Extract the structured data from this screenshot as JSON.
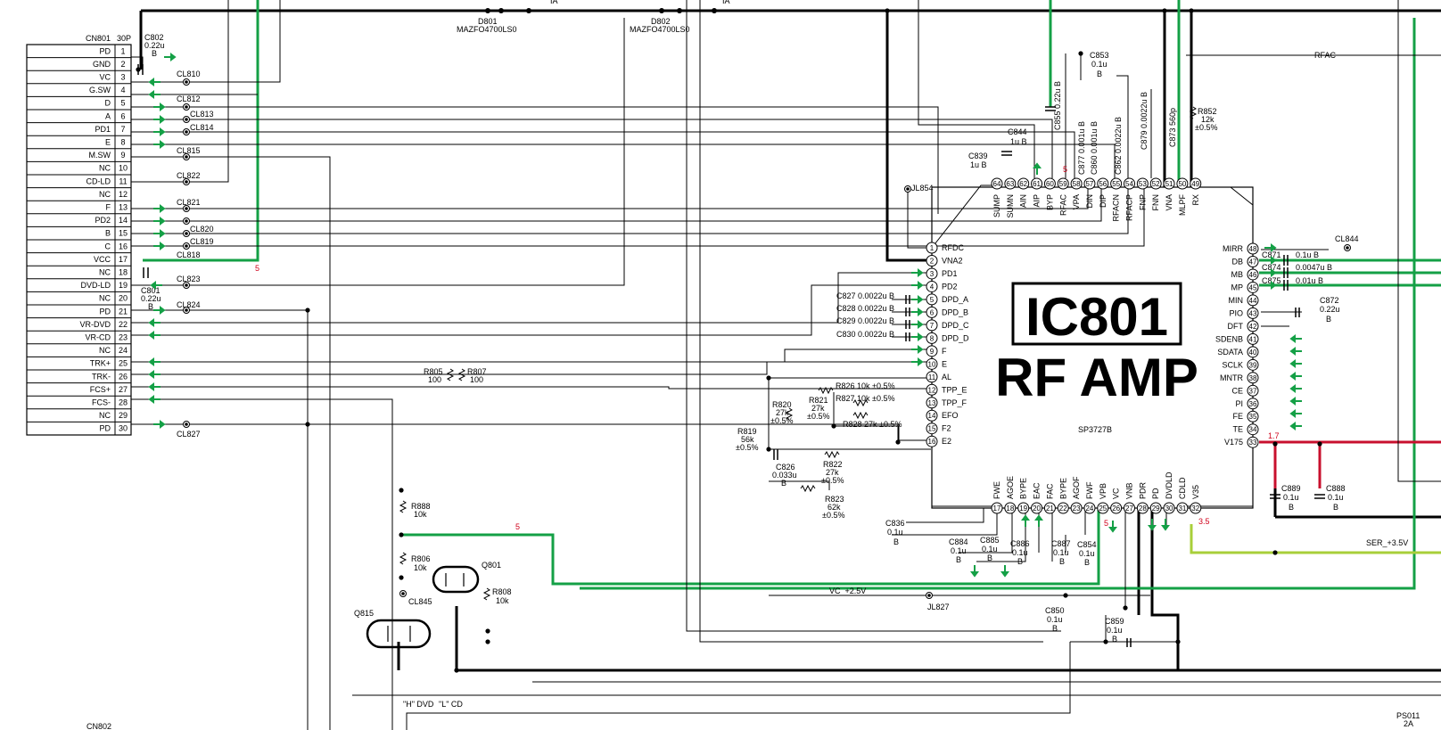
{
  "connector": {
    "ref": "CN801",
    "pins_label": "30P",
    "pins": [
      {
        "num": "1",
        "name": "PD"
      },
      {
        "num": "2",
        "name": "GND"
      },
      {
        "num": "3",
        "name": "VC"
      },
      {
        "num": "4",
        "name": "G.SW"
      },
      {
        "num": "5",
        "name": "D"
      },
      {
        "num": "6",
        "name": "A"
      },
      {
        "num": "7",
        "name": "PD1"
      },
      {
        "num": "8",
        "name": "E"
      },
      {
        "num": "9",
        "name": "M.SW"
      },
      {
        "num": "10",
        "name": "NC"
      },
      {
        "num": "11",
        "name": "CD-LD"
      },
      {
        "num": "12",
        "name": "NC"
      },
      {
        "num": "13",
        "name": "F"
      },
      {
        "num": "14",
        "name": "PD2"
      },
      {
        "num": "15",
        "name": "B"
      },
      {
        "num": "16",
        "name": "C"
      },
      {
        "num": "17",
        "name": "VCC"
      },
      {
        "num": "18",
        "name": "NC"
      },
      {
        "num": "19",
        "name": "DVD-LD"
      },
      {
        "num": "20",
        "name": "NC"
      },
      {
        "num": "21",
        "name": "PD"
      },
      {
        "num": "22",
        "name": "VR-DVD"
      },
      {
        "num": "23",
        "name": "VR-CD"
      },
      {
        "num": "24",
        "name": "NC"
      },
      {
        "num": "25",
        "name": "TRK+"
      },
      {
        "num": "26",
        "name": "TRK-"
      },
      {
        "num": "27",
        "name": "FCS+"
      },
      {
        "num": "28",
        "name": "FCS-"
      },
      {
        "num": "29",
        "name": "NC"
      },
      {
        "num": "30",
        "name": "PD"
      }
    ]
  },
  "ic": {
    "ref": "IC801",
    "function": "RF AMP",
    "part": "SP3727B",
    "left_pins": [
      {
        "num": "1",
        "name": "RFDC"
      },
      {
        "num": "2",
        "name": "VNA2"
      },
      {
        "num": "3",
        "name": "PD1"
      },
      {
        "num": "4",
        "name": "PD2"
      },
      {
        "num": "5",
        "name": "DPD_A"
      },
      {
        "num": "6",
        "name": "DPD_B"
      },
      {
        "num": "7",
        "name": "DPD_C"
      },
      {
        "num": "8",
        "name": "DPD_D"
      },
      {
        "num": "9",
        "name": "F"
      },
      {
        "num": "10",
        "name": "E"
      },
      {
        "num": "11",
        "name": "AL"
      },
      {
        "num": "12",
        "name": "TPP_E"
      },
      {
        "num": "13",
        "name": "TPP_F"
      },
      {
        "num": "14",
        "name": "EFO"
      },
      {
        "num": "15",
        "name": "F2"
      },
      {
        "num": "16",
        "name": "E2"
      }
    ],
    "bottom_pins": [
      {
        "num": "17",
        "name": "FWE"
      },
      {
        "num": "18",
        "name": "AGOE"
      },
      {
        "num": "19",
        "name": "BYPE"
      },
      {
        "num": "20",
        "name": "EAC"
      },
      {
        "num": "21",
        "name": "FAC"
      },
      {
        "num": "22",
        "name": "BYPE"
      },
      {
        "num": "23",
        "name": "AGOF"
      },
      {
        "num": "24",
        "name": "FWF"
      },
      {
        "num": "25",
        "name": "VPB"
      },
      {
        "num": "26",
        "name": "VC"
      },
      {
        "num": "27",
        "name": "VNB"
      },
      {
        "num": "28",
        "name": "PDR"
      },
      {
        "num": "29",
        "name": "PD"
      },
      {
        "num": "30",
        "name": "DVDLD"
      },
      {
        "num": "31",
        "name": "CDLD"
      },
      {
        "num": "32",
        "name": "V35"
      }
    ],
    "right_pins": [
      {
        "num": "48",
        "name": "MIRR"
      },
      {
        "num": "47",
        "name": "DB"
      },
      {
        "num": "46",
        "name": "MB"
      },
      {
        "num": "45",
        "name": "MP"
      },
      {
        "num": "44",
        "name": "MIN"
      },
      {
        "num": "43",
        "name": "PIO"
      },
      {
        "num": "42",
        "name": "DFT"
      },
      {
        "num": "41",
        "name": "SDENB"
      },
      {
        "num": "40",
        "name": "SDATA"
      },
      {
        "num": "39",
        "name": "SCLK"
      },
      {
        "num": "38",
        "name": "MNTR"
      },
      {
        "num": "37",
        "name": "CE"
      },
      {
        "num": "36",
        "name": "PI"
      },
      {
        "num": "35",
        "name": "FE"
      },
      {
        "num": "34",
        "name": "TE"
      },
      {
        "num": "33",
        "name": "V175"
      }
    ],
    "top_pins": [
      {
        "num": "64",
        "name": "SUMP"
      },
      {
        "num": "63",
        "name": "SUMN"
      },
      {
        "num": "62",
        "name": "AIN"
      },
      {
        "num": "61",
        "name": "AIP"
      },
      {
        "num": "60",
        "name": "BYP"
      },
      {
        "num": "59",
        "name": "RFAC"
      },
      {
        "num": "58",
        "name": "VPA"
      },
      {
        "num": "57",
        "name": "DIN"
      },
      {
        "num": "56",
        "name": "DIP"
      },
      {
        "num": "55",
        "name": "RFACN"
      },
      {
        "num": "54",
        "name": "RFACP"
      },
      {
        "num": "53",
        "name": "FNP"
      },
      {
        "num": "52",
        "name": "FNN"
      },
      {
        "num": "51",
        "name": "VNA"
      },
      {
        "num": "50",
        "name": "MLPF"
      },
      {
        "num": "49",
        "name": "RX"
      }
    ]
  },
  "diodes": [
    {
      "ref": "D801",
      "part": "MAZFO4700LS0"
    },
    {
      "ref": "D802",
      "part": "MAZFO4700LS0"
    }
  ],
  "components": {
    "c802": [
      "C802",
      "0.22u",
      "B"
    ],
    "c801": [
      "C801",
      "0.22u",
      "B"
    ],
    "c853": [
      "C853",
      "0.1u",
      "B"
    ],
    "c855": "C855 0.22u B",
    "c844": [
      "C844",
      "1u B"
    ],
    "c839": [
      "C839",
      "1u B"
    ],
    "c877": "C877 0.001u B",
    "c860": "C860 0.001u B",
    "c862": "C862 0.0022u B",
    "c879": "C879 0.0022u B",
    "c873": "C873 560p",
    "r852": [
      "R852",
      "12k",
      "±0.5%"
    ],
    "c827": "C827 0.0022u B",
    "c828": "C828 0.0022u B",
    "c829": "C829 0.0022u B",
    "c830": "C830 0.0022u B",
    "r805": [
      "R805",
      "100"
    ],
    "r807": [
      "R807",
      "100"
    ],
    "r826": "R826 10k ±0.5%",
    "r827": "R827 10k ±0.5%",
    "r828": "R828 27k ±0.5%",
    "r820": [
      "R820",
      "27k",
      "±0.5%"
    ],
    "r821": [
      "R821",
      "27k",
      "±0.5%"
    ],
    "r819": [
      "R819",
      "56k",
      "±0.5%"
    ],
    "c826": [
      "C826",
      "0.033u",
      "B"
    ],
    "r822": [
      "R822",
      "27k",
      "±0.5%"
    ],
    "r823": [
      "R823",
      "62k",
      "±0.5%"
    ],
    "r888": [
      "R888",
      "10k"
    ],
    "r806": [
      "R806",
      "10k"
    ],
    "r808": [
      "R808",
      "10k"
    ],
    "q801": "Q801",
    "q815": "Q815",
    "c836": [
      "C836",
      "0.1u",
      "B"
    ],
    "c884": [
      "C884",
      "0.1u",
      "B"
    ],
    "c885": [
      "C885",
      "0.1u",
      "B"
    ],
    "c886": [
      "C886",
      "0.1u",
      "B"
    ],
    "c887": [
      "C887",
      "0.1u",
      "B"
    ],
    "c854": [
      "C854",
      "0.1u",
      "B"
    ],
    "c850": [
      "C850",
      "0.1u",
      "B"
    ],
    "c859": [
      "C859",
      "0.1u",
      "B"
    ],
    "c871": "C871",
    "c871v": "0.1u  B",
    "c874": "C874",
    "c874v": "0.0047u  B",
    "c875": "C875",
    "c875v": "0.01u  B",
    "c872": [
      "C872",
      "0.22u",
      "B"
    ],
    "c889": [
      "C889",
      "0.1u",
      "B"
    ],
    "c888": [
      "C888",
      "0.1u",
      "B"
    ]
  },
  "test_points": {
    "cl810": "CL810",
    "cl812": "CL812",
    "cl813": "CL813",
    "cl814": "CL814",
    "cl815": "CL815",
    "cl822": "CL822",
    "cl821": "CL821",
    "cl820": "CL820",
    "cl819": "CL819",
    "cl818": "CL818",
    "cl823": "CL823",
    "cl824": "CL824",
    "cl827": "CL827",
    "cl845": "CL845",
    "cl844": "CL844",
    "jl854": "JL854",
    "jl827": "JL827"
  },
  "nets": {
    "rfac": "RFAC",
    "vc_25v": "VC_+2.5V",
    "ser_35v": "SER_+3.5V",
    "h_dvd": "\"H\" DVD",
    "l_cd": "\"L\" CD",
    "ia1": "IA",
    "ia2": "IA",
    "cn802": "CN802",
    "ps011": "PS011",
    "ps011_val": "2A"
  },
  "voltages": {
    "v_cn": "5",
    "v_top": "5",
    "v_q": "5",
    "v_vc": "5",
    "v_35": "3.5",
    "v_17": "1.7"
  },
  "colors": {
    "wire_green": "#14a046",
    "wire_red": "#c8102e",
    "wire_yellow": "#a8cf3a",
    "wire_black": "#000000"
  }
}
